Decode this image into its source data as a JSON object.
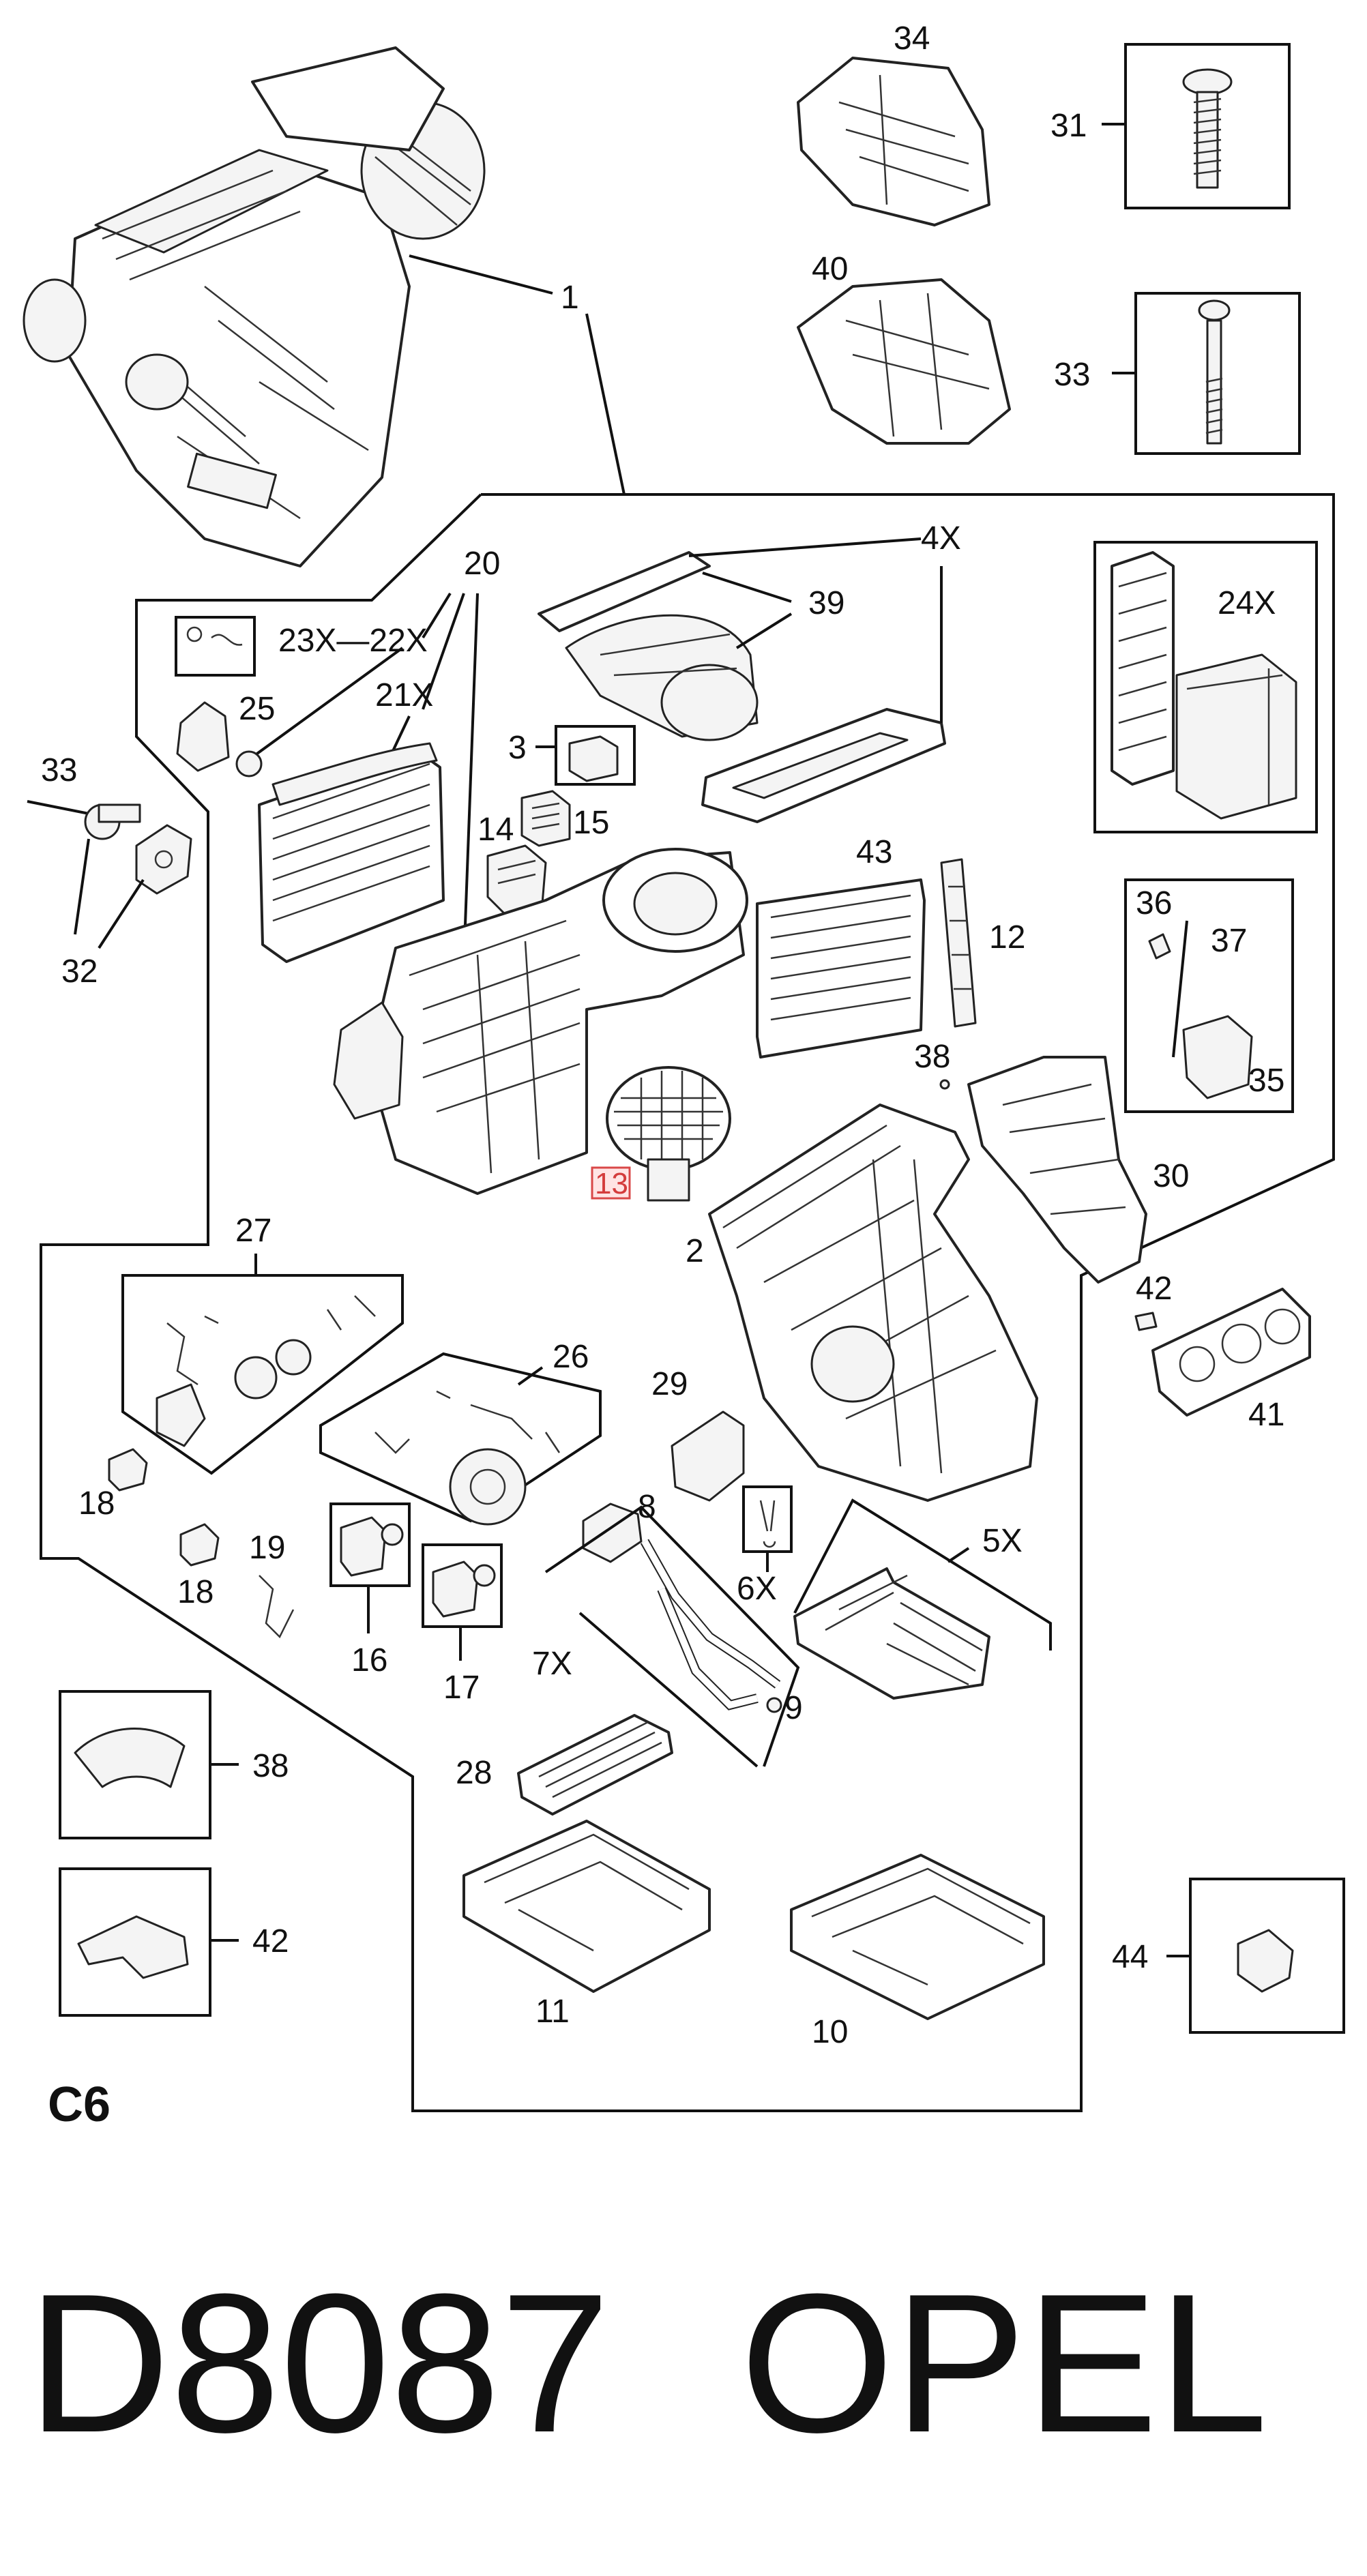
{
  "labels": {
    "p1": "1",
    "p2": "2",
    "p3": "3",
    "p4x": "4X",
    "p5x": "5X",
    "p6x": "6X",
    "p7x": "7X",
    "p8": "8",
    "p9": "9",
    "p10": "10",
    "p11": "11",
    "p12": "12",
    "p13": "13",
    "p14": "14",
    "p15": "15",
    "p16": "16",
    "p17": "17",
    "p18a": "18",
    "p18b": "18",
    "p19": "19",
    "p20": "20",
    "p21x": "21X",
    "p23x22x": "23X—22X",
    "p24x": "24X",
    "p25": "25",
    "p26": "26",
    "p27": "27",
    "p28": "28",
    "p29": "29",
    "p30": "30",
    "p31": "31",
    "p32": "32",
    "p33a": "33",
    "p33b": "33",
    "p34": "34",
    "p35": "35",
    "p36": "36",
    "p37": "37",
    "p38a": "38",
    "p38b": "38",
    "p39": "39",
    "p40": "40",
    "p41": "41",
    "p42a": "42",
    "p42b": "42",
    "p43": "43",
    "p44": "44"
  },
  "section_code": "C6",
  "diagram_code": "D8087",
  "brand": "OPEL",
  "highlighted_part": "13",
  "colors": {
    "highlight": "#d43c3c",
    "line": "#111111"
  }
}
